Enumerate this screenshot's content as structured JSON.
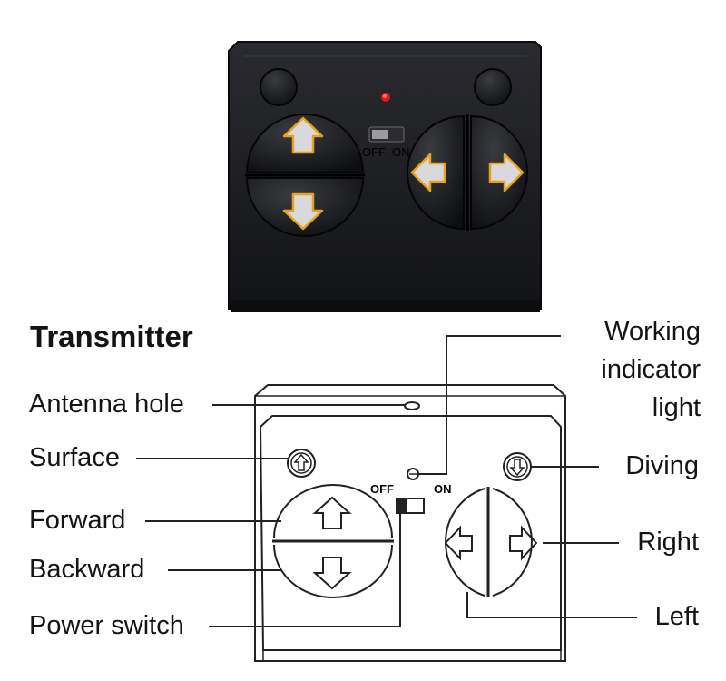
{
  "title": "Transmitter",
  "photo": {
    "off_text": "OFF",
    "on_text": "ON",
    "indicator_color": "#e8151b",
    "arrow_accent_color": "#e6a11d",
    "body_color": "#1b1c20"
  },
  "diagram": {
    "off_text": "OFF",
    "on_text": "ON"
  },
  "labels": {
    "antenna_hole": "Antenna hole",
    "surface": "Surface",
    "forward": "Forward",
    "backward": "Backward",
    "power_switch": "Power switch",
    "working_indicator": [
      "Working",
      "indicator",
      "light"
    ],
    "diving": "Diving",
    "right": "Right",
    "left": "Left"
  }
}
